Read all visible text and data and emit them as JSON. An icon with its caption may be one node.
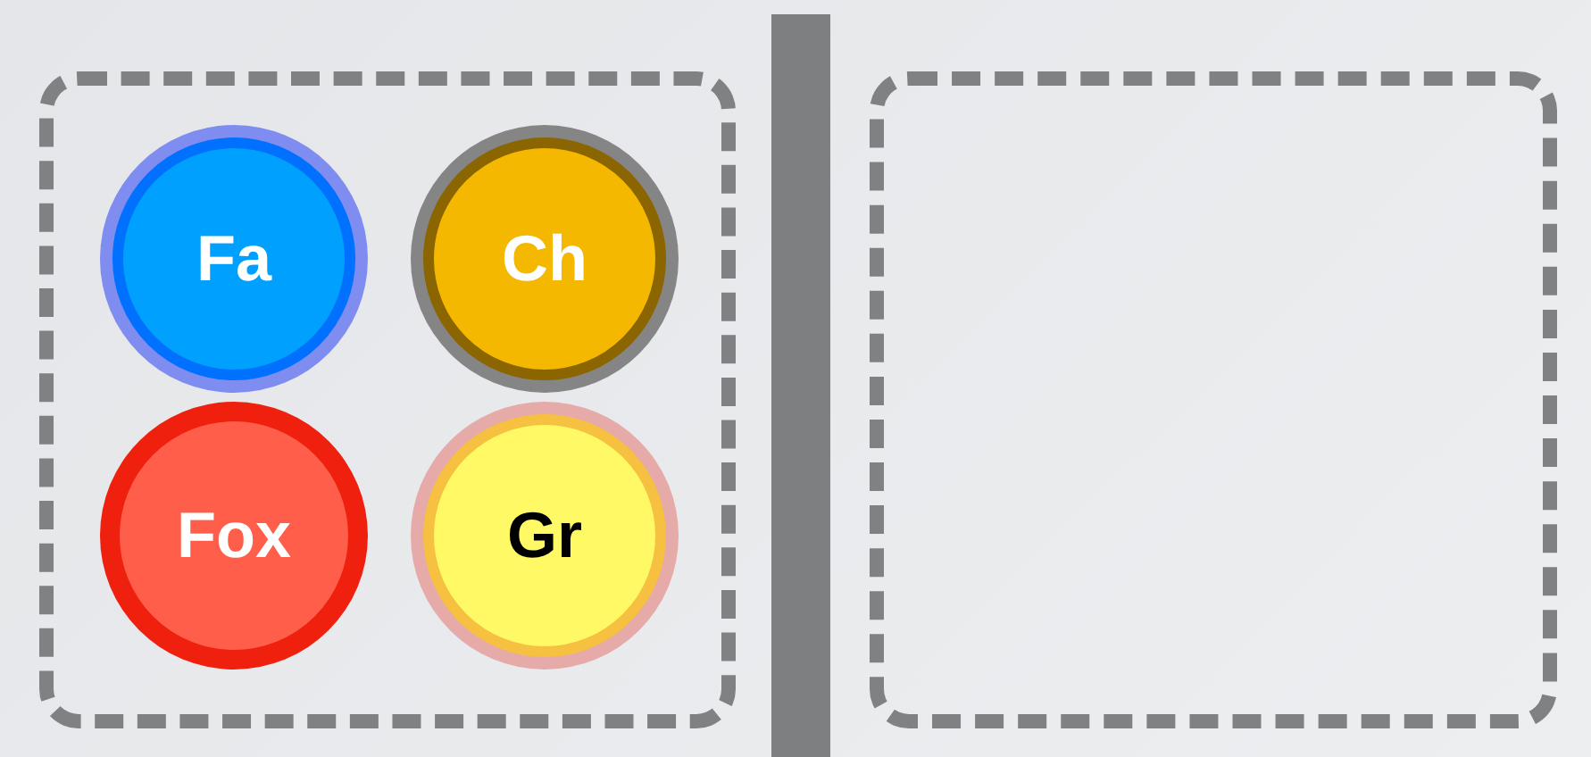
{
  "diagram": {
    "nodes": [
      {
        "text": [],
        "shape": "box"
      },
      {
        "text": [
          "Fa"
        ],
        "in": 0
      },
      {
        "text": [
          "Ch"
        ],
        "in": 0
      },
      {
        "text": [
          "Fox"
        ],
        "in": 0
      },
      {
        "text": [
          "Gr"
        ],
        "in": 0
      },
      {
        "text": [],
        "shape": "bar"
      },
      {
        "text": [],
        "shape": "box"
      }
    ]
  }
}
